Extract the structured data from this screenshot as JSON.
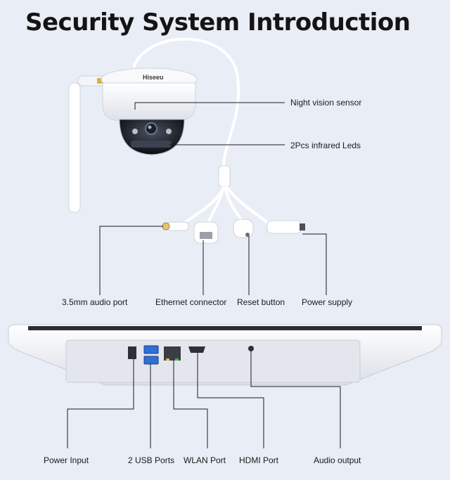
{
  "title": "Security System Introduction",
  "brand": "Hiseeu",
  "camera_labels": {
    "night_vision": "Night vision sensor",
    "infrared": "2Pcs infrared Leds"
  },
  "cable_labels": {
    "audio": "3.5mm audio port",
    "ethernet": "Ethernet connector",
    "reset": "Reset button",
    "power": "Power supply"
  },
  "nvr_labels": {
    "power_input": "Power Input",
    "usb": "2 USB Ports",
    "wlan": "WLAN Port",
    "hdmi": "HDMI Port",
    "audio_out": "Audio output"
  },
  "colors": {
    "background": "#e9edf5",
    "device_body": "#ffffff",
    "usb_blue": "#2f6fd6",
    "lines": "#1a1a1a"
  }
}
